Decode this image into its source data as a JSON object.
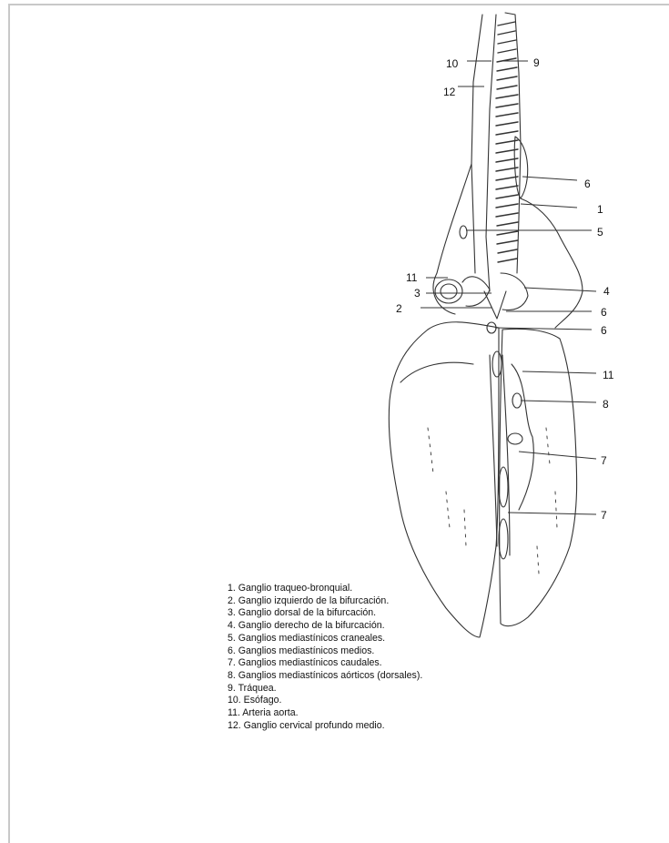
{
  "figure": {
    "callouts": [
      {
        "id": "c10-esofago",
        "text": "10"
      },
      {
        "id": "c9-traquea",
        "text": "9"
      },
      {
        "id": "c12-cervical",
        "text": "12"
      },
      {
        "id": "c6-top",
        "text": "6"
      },
      {
        "id": "c1",
        "text": "1"
      },
      {
        "id": "c5",
        "text": "5"
      },
      {
        "id": "c11-left",
        "text": "11"
      },
      {
        "id": "c3",
        "text": "3"
      },
      {
        "id": "c4",
        "text": "4"
      },
      {
        "id": "c2",
        "text": "2"
      },
      {
        "id": "c6-mid",
        "text": "6"
      },
      {
        "id": "c6-low",
        "text": "6"
      },
      {
        "id": "c11-right",
        "text": "11"
      },
      {
        "id": "c8",
        "text": "8"
      },
      {
        "id": "c7-upper",
        "text": "7"
      },
      {
        "id": "c7-lower",
        "text": "7"
      }
    ]
  },
  "legend": {
    "items": [
      "1. Ganglio traqueo-bronquial.",
      "2. Ganglio izquierdo de la bifurcación.",
      "3. Ganglio dorsal de la bifurcación.",
      "4. Ganglio derecho de la bifurcación.",
      "5. Ganglios mediastínicos craneales.",
      "6. Ganglios mediastínicos medios.",
      "7. Ganglios mediastínicos caudales.",
      "8. Ganglios mediastínicos aórticos (dorsales).",
      "9. Tráquea.",
      "10. Esófago.",
      "11. Arteria aorta.",
      "12. Ganglio cervical profundo medio."
    ]
  },
  "colors": {
    "line": "#333333",
    "frame": "#c8c8c8"
  }
}
